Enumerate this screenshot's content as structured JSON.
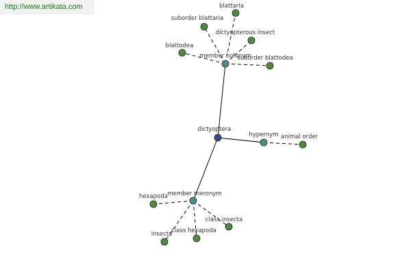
{
  "header": {
    "source_url_text": "http://www.artikata.com"
  },
  "colors": {
    "root_node": "#3b4a8a",
    "relation_node": "#4a8f8f",
    "term_node": "#4f8a3e",
    "link_text": "#1a7a1a"
  },
  "graph": {
    "nodes": [
      {
        "id": "dictyoptera",
        "label": "dictyoptera",
        "kind": "root"
      },
      {
        "id": "member-holonym",
        "label": "member holonym",
        "kind": "relation"
      },
      {
        "id": "hypernym",
        "label": "hypernym",
        "kind": "relation"
      },
      {
        "id": "member-meronym",
        "label": "member meronym",
        "kind": "relation"
      },
      {
        "id": "blattaria",
        "label": "blattaria",
        "kind": "term"
      },
      {
        "id": "suborder-blattaria",
        "label": "suborder blattaria",
        "kind": "term"
      },
      {
        "id": "dictyopterous-insect",
        "label": "dictyopterous insect",
        "kind": "term"
      },
      {
        "id": "blattodea",
        "label": "blattodea",
        "kind": "term"
      },
      {
        "id": "suborder-blattodea",
        "label": "suborder blattodea",
        "kind": "term"
      },
      {
        "id": "animal-order",
        "label": "animal order",
        "kind": "term"
      },
      {
        "id": "hexapoda",
        "label": "hexapoda",
        "kind": "term"
      },
      {
        "id": "class-insecta",
        "label": "class insecta",
        "kind": "term"
      },
      {
        "id": "insecta",
        "label": "insecta",
        "kind": "term"
      },
      {
        "id": "class-hexapoda",
        "label": "class hexapoda",
        "kind": "term"
      }
    ],
    "edges": [
      {
        "from": "dictyoptera",
        "to": "member-holonym",
        "style": "solid"
      },
      {
        "from": "dictyoptera",
        "to": "hypernym",
        "style": "solid"
      },
      {
        "from": "dictyoptera",
        "to": "member-meronym",
        "style": "solid"
      },
      {
        "from": "member-holonym",
        "to": "blattaria",
        "style": "dashed"
      },
      {
        "from": "member-holonym",
        "to": "suborder-blattaria",
        "style": "dashed"
      },
      {
        "from": "member-holonym",
        "to": "dictyopterous-insect",
        "style": "dashed"
      },
      {
        "from": "member-holonym",
        "to": "blattodea",
        "style": "dashed"
      },
      {
        "from": "member-holonym",
        "to": "suborder-blattodea",
        "style": "dashed"
      },
      {
        "from": "hypernym",
        "to": "animal-order",
        "style": "dashed"
      },
      {
        "from": "member-meronym",
        "to": "hexapoda",
        "style": "dashed"
      },
      {
        "from": "member-meronym",
        "to": "class-insecta",
        "style": "dashed"
      },
      {
        "from": "member-meronym",
        "to": "insecta",
        "style": "dashed"
      },
      {
        "from": "member-meronym",
        "to": "class-hexapoda",
        "style": "dashed"
      }
    ]
  }
}
